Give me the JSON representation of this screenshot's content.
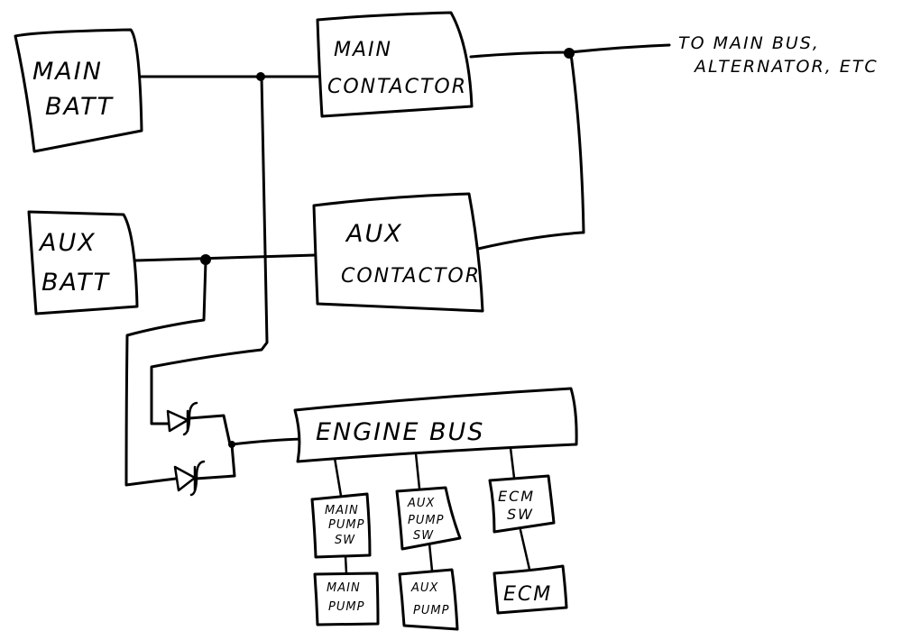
{
  "diagram": {
    "title": "Electrical power distribution schematic (hand-drawn)",
    "nodes": {
      "main_batt": {
        "line1": "MAIN",
        "line2": "BATT"
      },
      "aux_batt": {
        "line1": "AUX",
        "line2": "BATT"
      },
      "main_contactor": {
        "line1": "MAIN",
        "line2": "CONTACTOR"
      },
      "aux_contactor": {
        "line1": "AUX",
        "line2": "CONTACTOR"
      },
      "engine_bus": {
        "label": "ENGINE  BUS"
      },
      "main_pump_sw": {
        "line1": "MAIN",
        "line2": "PUMP",
        "line3": "SW"
      },
      "aux_pump_sw": {
        "line1": "AUX",
        "line2": "PUMP",
        "line3": "SW"
      },
      "ecm_sw": {
        "line1": "ECM",
        "line2": "SW"
      },
      "main_pump": {
        "line1": "MAIN",
        "line2": "PUMP"
      },
      "aux_pump": {
        "line1": "AUX",
        "line2": "PUMP"
      },
      "ecm": {
        "label": "ECM"
      }
    },
    "output_note": {
      "line1": "TO MAIN BUS,",
      "line2": "ALTERNATOR, ETC"
    },
    "components": {
      "diode_icon": "diode-fuse-symbol",
      "junction_icon": "junction-dot"
    },
    "connections": [
      [
        "main_batt",
        "main_contactor"
      ],
      [
        "aux_batt",
        "aux_contactor"
      ],
      [
        "main_contactor",
        "output_node"
      ],
      [
        "aux_contactor",
        "output_node"
      ],
      [
        "main_batt",
        "diode_1"
      ],
      [
        "aux_batt",
        "diode_2"
      ],
      [
        "diode_1",
        "engine_bus"
      ],
      [
        "diode_2",
        "engine_bus"
      ],
      [
        "engine_bus",
        "main_pump_sw"
      ],
      [
        "engine_bus",
        "aux_pump_sw"
      ],
      [
        "engine_bus",
        "ecm_sw"
      ],
      [
        "main_pump_sw",
        "main_pump"
      ],
      [
        "aux_pump_sw",
        "aux_pump"
      ],
      [
        "ecm_sw",
        "ecm"
      ]
    ]
  }
}
